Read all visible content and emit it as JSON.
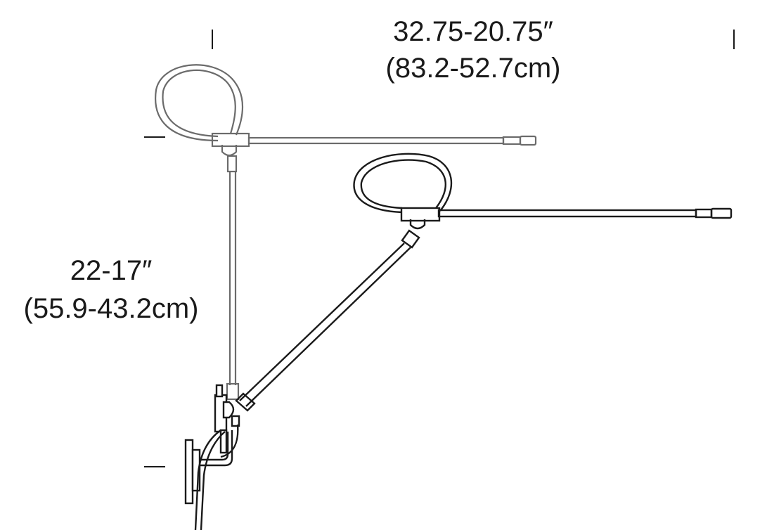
{
  "dimensions": {
    "width_label": {
      "imperial": "32.75-20.75″",
      "metric": "(83.2-52.7cm)"
    },
    "height_label": {
      "imperial": "22-17″",
      "metric": "(55.9-43.2cm)"
    }
  },
  "colors": {
    "line": "#1a1a1a",
    "extended_position": "#6b6b6b",
    "fill": "#ffffff"
  }
}
